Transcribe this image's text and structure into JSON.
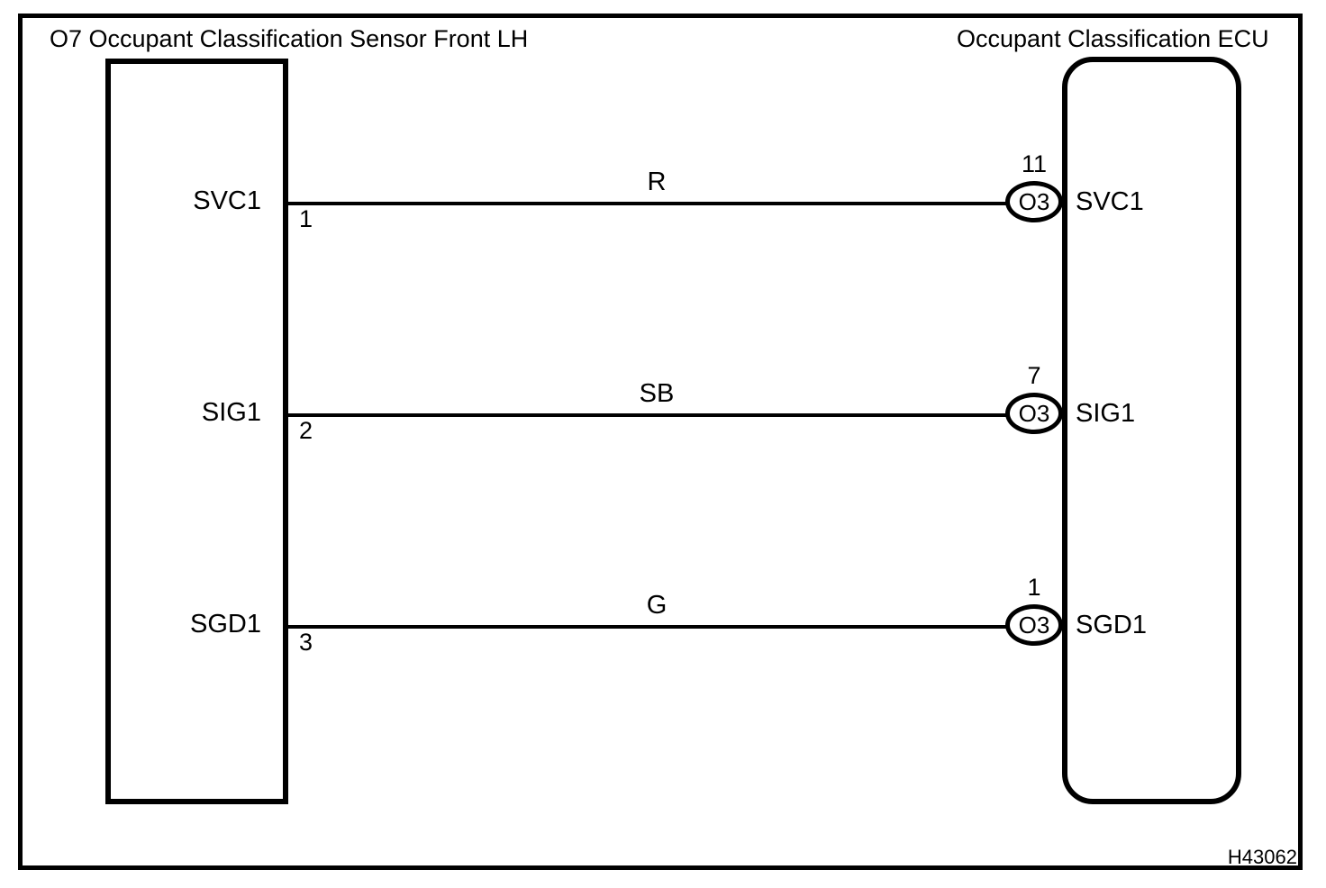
{
  "figure": {
    "code": "H43062",
    "left_block_title": "O7 Occupant Classification Sensor Front LH",
    "right_block_title": "Occupant Classification ECU"
  },
  "connections": [
    {
      "left_terminal": "SVC1",
      "left_pin": "1",
      "wire_color_code": "R",
      "right_pin": "11",
      "right_connector": "O3",
      "right_terminal": "SVC1"
    },
    {
      "left_terminal": "SIG1",
      "left_pin": "2",
      "wire_color_code": "SB",
      "right_pin": "7",
      "right_connector": "O3",
      "right_terminal": "SIG1"
    },
    {
      "left_terminal": "SGD1",
      "left_pin": "3",
      "wire_color_code": "G",
      "right_pin": "1",
      "right_connector": "O3",
      "right_terminal": "SGD1"
    }
  ],
  "colors": {
    "ink": "#000000",
    "paper": "#ffffff"
  }
}
